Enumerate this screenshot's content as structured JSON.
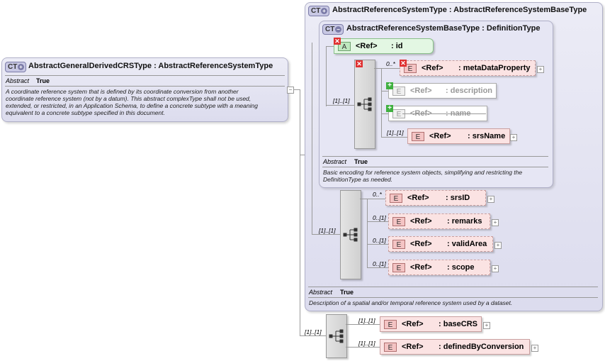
{
  "main_type": {
    "badge": "CT",
    "title": "AbstractGeneralDerivedCRSType : AbstractReferenceSystemType",
    "abstract_label": "Abstract",
    "abstract_value": "True",
    "doc_lines": [
      "A coordinate reference system that is defined by its coordinate conversion from another",
      "coordinate reference system (not by a datum). This abstract complexType shall not be used,",
      "extended, or restricted, in an Application Schema, to define a concrete subtype with a meaning",
      "equivalent to a concrete subtype specified in this document."
    ],
    "collapse": "−"
  },
  "ref_system_type": {
    "badge": "CT",
    "title": "AbstractReferenceSystemType : AbstractReferenceSystemBaseType",
    "abstract_label": "Abstract",
    "abstract_value": "True",
    "doc": "Description of a spatial and/or temporal reference system used by a dataset."
  },
  "base_type": {
    "badge": "CT",
    "title": "AbstractReferenceSystemBaseType : DefinitionType",
    "abstract_label": "Abstract",
    "abstract_value": "True",
    "doc_lines": [
      "Basic encoding for reference system objects, simplifying and restricting the",
      "DefinitionType as needed."
    ]
  },
  "attribute": {
    "badge": "A",
    "ref": "<Ref>",
    "name": ": id"
  },
  "base_sequence_card": "[1]..[1]",
  "base_elements": [
    {
      "badge": "E",
      "ref": "<Ref>",
      "name": ": metaDataProperty",
      "card": "0..*",
      "style": "prohibited"
    },
    {
      "badge": "E",
      "ref": "<Ref>",
      "name": ": description",
      "card": "",
      "style": "grey"
    },
    {
      "badge": "E",
      "ref": "<Ref>",
      "name": ": name",
      "card": "",
      "style": "grey"
    },
    {
      "badge": "E",
      "ref": "<Ref>",
      "name": ": srsName",
      "card": "[1]..[1]",
      "style": "normal"
    }
  ],
  "ref_sequence_card": "[1]..[1]",
  "ref_elements": [
    {
      "badge": "E",
      "ref": "<Ref>",
      "name": ": srsID",
      "card": "0..*"
    },
    {
      "badge": "E",
      "ref": "<Ref>",
      "name": ": remarks",
      "card": "0..[1]"
    },
    {
      "badge": "E",
      "ref": "<Ref>",
      "name": ": validArea",
      "card": "0..[1]"
    },
    {
      "badge": "E",
      "ref": "<Ref>",
      "name": ": scope",
      "card": "0..[1]"
    }
  ],
  "derived_sequence_card": "[1]..[1]",
  "derived_elements": [
    {
      "badge": "E",
      "ref": "<Ref>",
      "name": ": baseCRS",
      "card": "[1]..[1]"
    },
    {
      "badge": "E",
      "ref": "<Ref>",
      "name": ": definedByConversion",
      "card": "[1]..[1]"
    }
  ],
  "expand_symbol": "+"
}
